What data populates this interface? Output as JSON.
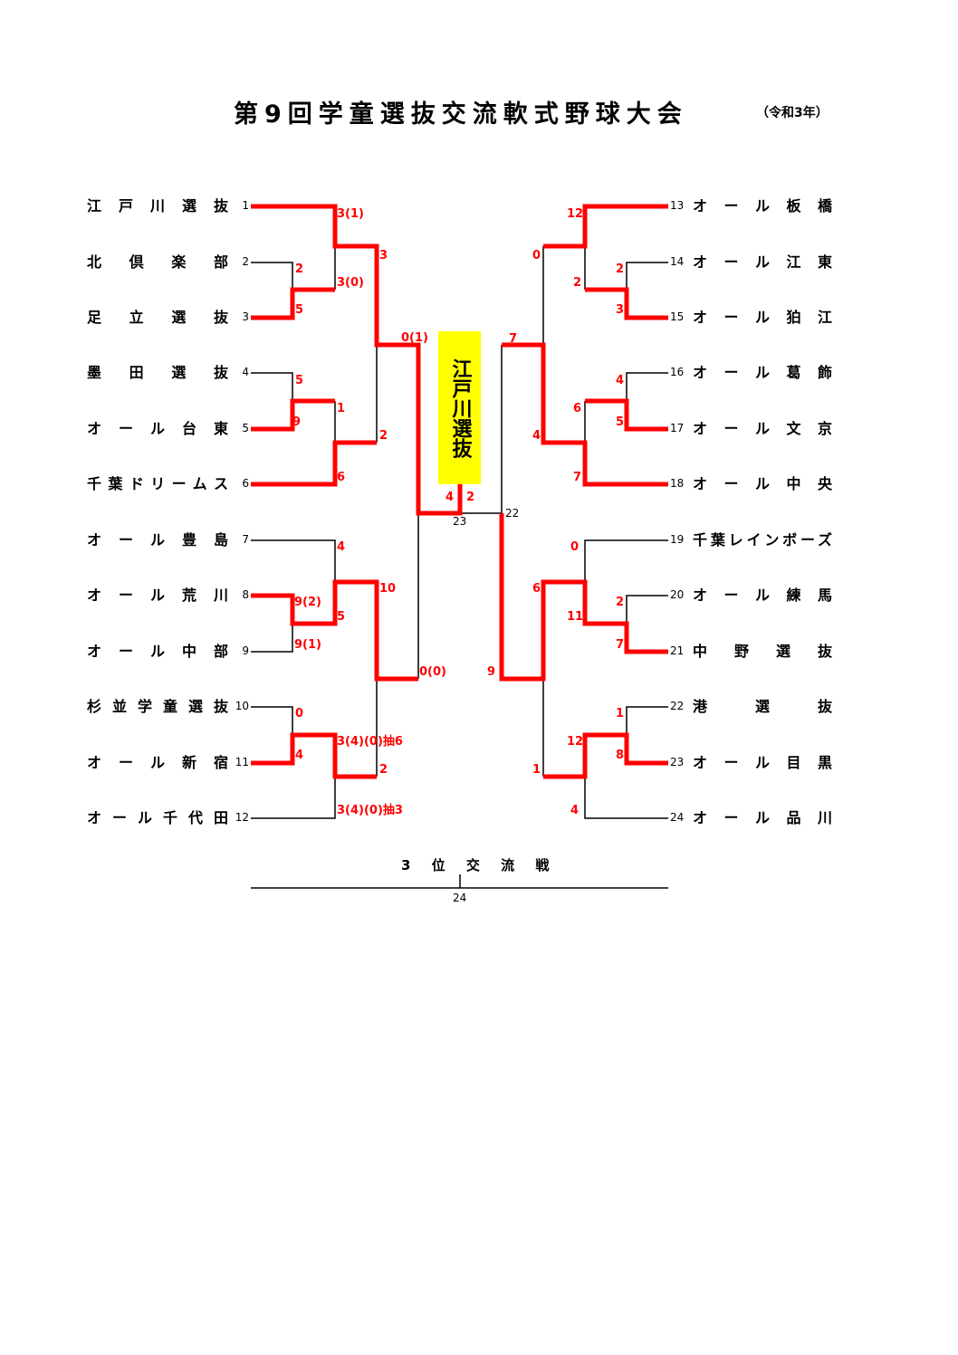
{
  "title": "第9回学童選抜交流軟式野球大会",
  "era": "（令和3年）",
  "champion": "江戸川選抜",
  "third_place_label": "3 位 交 流 戦",
  "teams_left": [
    {
      "seed": "1",
      "name": "江戸川選抜"
    },
    {
      "seed": "2",
      "name": "北倶楽部"
    },
    {
      "seed": "3",
      "name": "足立選抜"
    },
    {
      "seed": "4",
      "name": "墨田選抜"
    },
    {
      "seed": "5",
      "name": "オール台東"
    },
    {
      "seed": "6",
      "name": "千葉ドリームス"
    },
    {
      "seed": "7",
      "name": "オール豊島"
    },
    {
      "seed": "8",
      "name": "オール荒川"
    },
    {
      "seed": "9",
      "name": "オール中部"
    },
    {
      "seed": "10",
      "name": "杉並学童選抜"
    },
    {
      "seed": "11",
      "name": "オール新宿"
    },
    {
      "seed": "12",
      "name": "オール千代田"
    }
  ],
  "teams_right": [
    {
      "seed": "13",
      "name": "オール板橋"
    },
    {
      "seed": "14",
      "name": "オール江東"
    },
    {
      "seed": "15",
      "name": "オール狛江"
    },
    {
      "seed": "16",
      "name": "オール葛飾"
    },
    {
      "seed": "17",
      "name": "オール文京"
    },
    {
      "seed": "18",
      "name": "オール中央"
    },
    {
      "seed": "19",
      "name": "千葉レインボーズ"
    },
    {
      "seed": "20",
      "name": "オール練馬"
    },
    {
      "seed": "21",
      "name": "中野選抜"
    },
    {
      "seed": "22",
      "name": "港選抜"
    },
    {
      "seed": "23",
      "name": "オール目黒"
    },
    {
      "seed": "24",
      "name": "オール品川"
    }
  ],
  "scores": [
    "3(1)",
    "3",
    "2",
    "3(0)",
    "5",
    "0(1)",
    "5",
    "1",
    "9",
    "2",
    "6",
    "4",
    "2",
    "4",
    "10",
    "9(2)",
    "5",
    "9(1)",
    "0(0)",
    "9",
    "0",
    "3(4)(0)抽6",
    "4",
    "2",
    "3(4)(0)抽3",
    "12",
    "0",
    "2",
    "2",
    "3",
    "7",
    "4",
    "6",
    "5",
    "4",
    "7",
    "0",
    "6",
    "2",
    "11",
    "7",
    "1",
    "12",
    "8",
    "1",
    "4"
  ],
  "match_numbers": [
    "23",
    "22",
    "24"
  ],
  "colors": {
    "winner_line": "#ff0000",
    "loser_line": "#000000",
    "champion_bg": "#ffff00"
  }
}
